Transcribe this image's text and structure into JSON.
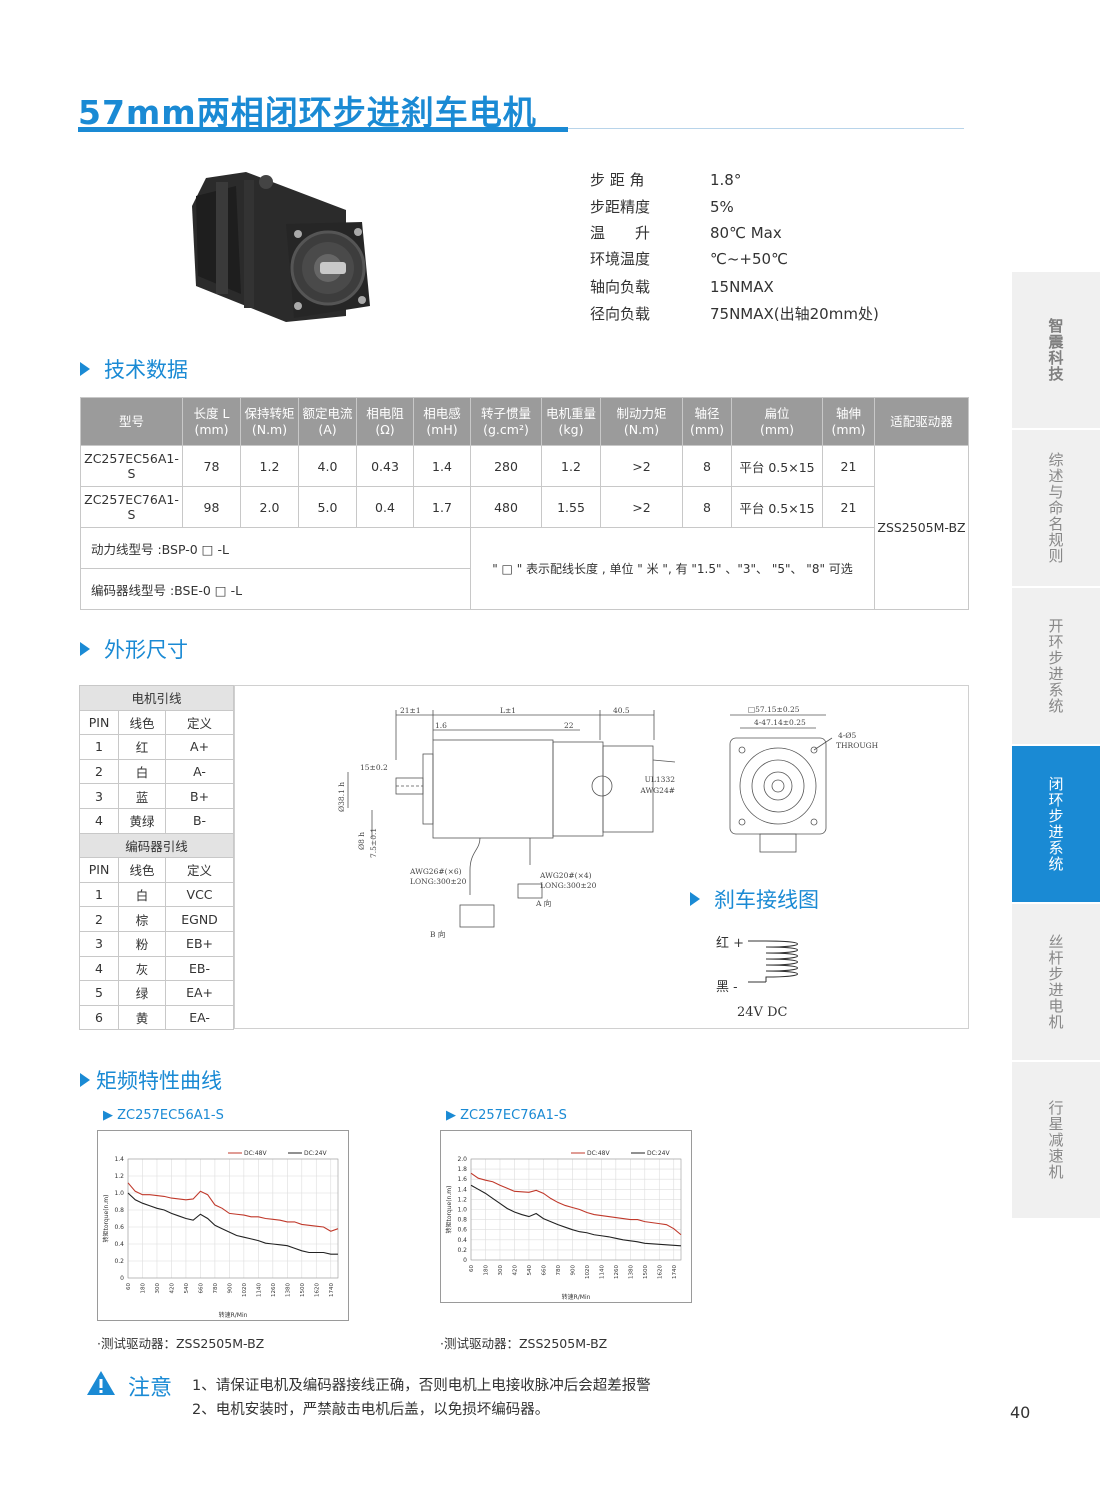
{
  "title": "57mm两相闭环步进刹车电机",
  "specs": [
    {
      "label": "步 距 角",
      "value": "1.8°"
    },
    {
      "label": "步距精度",
      "value": "5%"
    },
    {
      "label": "温　　升",
      "value": "80℃ Max"
    },
    {
      "label": "环境温度",
      "value": "℃~+50℃"
    },
    {
      "label": "轴向负载",
      "value": "15NMAX"
    },
    {
      "label": "径向负载",
      "value": "75NMAX(出轴20mm处)"
    }
  ],
  "sections": {
    "tech": "技术数据",
    "dims": "外形尺寸",
    "brake": "刹车接线图",
    "curves": "矩频特性曲线"
  },
  "tech_table": {
    "headers": [
      "型号",
      "长度 L (mm)",
      "保持转矩 (N.m)",
      "额定电流 (A)",
      "相电阻 (Ω)",
      "相电感 (mH)",
      "转子惯量 (g.cm²)",
      "电机重量 (kg)",
      "制动力矩 (N.m)",
      "轴径 (mm)",
      "扁位 (mm)",
      "轴伸 (mm)",
      "适配驱动器"
    ],
    "rows": [
      [
        "ZC257EC56A1-S",
        "78",
        "1.2",
        "4.0",
        "0.43",
        "1.4",
        "280",
        "1.2",
        ">2",
        "8",
        "平台 0.5×15",
        "21"
      ],
      [
        "ZC257EC76A1-S",
        "98",
        "2.0",
        "5.0",
        "0.4",
        "1.7",
        "480",
        "1.55",
        ">2",
        "8",
        "平台 0.5×15",
        "21"
      ]
    ],
    "driver": "ZSS2505M-BZ",
    "power_cable": "动力线型号 :BSP-0 □ -L",
    "encoder_cable": "编码器线型号 :BSE-0 □ -L",
    "cable_note": "\" □ \" 表示配线长度 , 单位 \" 米 \", 有 \"1.5\" 、\"3\"、 \"5\"、 \"8\" 可选"
  },
  "pin_table": {
    "motor_title": "电机引线",
    "encoder_title": "编码器引线",
    "cols": [
      "PIN",
      "线色",
      "定义"
    ],
    "motor_rows": [
      [
        "1",
        "红",
        "A+"
      ],
      [
        "2",
        "白",
        "A-"
      ],
      [
        "3",
        "蓝",
        "B+"
      ],
      [
        "4",
        "黄绿",
        "B-"
      ]
    ],
    "encoder_rows": [
      [
        "1",
        "白",
        "VCC"
      ],
      [
        "2",
        "棕",
        "EGND"
      ],
      [
        "3",
        "粉",
        "EB+"
      ],
      [
        "4",
        "灰",
        "EB-"
      ],
      [
        "5",
        "绿",
        "EA+"
      ],
      [
        "6",
        "黄",
        "EA-"
      ]
    ]
  },
  "drawing": {
    "dim_21": "21±1",
    "dim_L": "L±1",
    "dim_40": "40.5",
    "dim_16": "1.6",
    "dim_22": "22",
    "dim_15": "15±0.2",
    "dim_38": "Ø38.1 h",
    "dim_8": "Ø8 h",
    "dim_75": "7.5±0.1",
    "ul": "UL1332",
    "awg24": "AWG24#",
    "awg26": "AWG26#(×6)",
    "long1": "LONG:300±20",
    "awg20": "AWG20#(×4)",
    "long2": "LONG:300±20",
    "dir_a": "A 向",
    "dir_b": "B 向",
    "sq": "□57.15±0.25",
    "d47": "4-47.14±0.25",
    "hole": "4-Ø5",
    "through": "THROUGH"
  },
  "brake": {
    "pos": "红 +",
    "neg": "黑 -",
    "volt": "24V DC"
  },
  "charts": [
    {
      "title": "▶ ZC257EC56A1-S",
      "driver_note": "·测试驱动器：ZSS2505M-BZ",
      "chart_data": {
        "type": "line",
        "x": [
          60,
          120,
          180,
          240,
          300,
          360,
          420,
          480,
          540,
          600,
          660,
          720,
          780,
          840,
          900,
          960,
          1020,
          1080,
          1140,
          1200,
          1260,
          1320,
          1380,
          1440,
          1500,
          1560,
          1620,
          1680,
          1740,
          1800
        ],
        "series": [
          {
            "name": "DC:48V",
            "color": "#c0392b",
            "values": [
              1.12,
              1.02,
              0.98,
              0.98,
              0.97,
              0.96,
              0.94,
              0.93,
              0.92,
              0.93,
              1.02,
              0.98,
              0.86,
              0.82,
              0.76,
              0.75,
              0.74,
              0.72,
              0.72,
              0.7,
              0.69,
              0.68,
              0.66,
              0.66,
              0.63,
              0.62,
              0.61,
              0.6,
              0.55,
              0.58
            ]
          },
          {
            "name": "DC:24V",
            "color": "#222222",
            "values": [
              1.0,
              0.92,
              0.88,
              0.85,
              0.82,
              0.8,
              0.76,
              0.73,
              0.7,
              0.68,
              0.75,
              0.7,
              0.62,
              0.58,
              0.54,
              0.5,
              0.48,
              0.46,
              0.44,
              0.41,
              0.4,
              0.39,
              0.38,
              0.35,
              0.32,
              0.3,
              0.3,
              0.3,
              0.28,
              0.28
            ]
          }
        ],
        "xlabel": "转速R/Min",
        "ylabel": "转矩torque(n.m)",
        "xticks": [
          "60",
          "180",
          "300",
          "420",
          "540",
          "660",
          "780",
          "900",
          "1020",
          "1140",
          "1260",
          "1380",
          "1500",
          "1620",
          "1740"
        ],
        "yticks": [
          "0",
          "0.2",
          "0.4",
          "0.6",
          "0.8",
          "1.0",
          "1.2",
          "1.4"
        ],
        "ylim": [
          0,
          1.4
        ],
        "grid": true,
        "legend": "top"
      }
    },
    {
      "title": "▶ ZC257EC76A1-S",
      "driver_note": "·测试驱动器：ZSS2505M-BZ",
      "chart_data": {
        "type": "line",
        "x": [
          60,
          120,
          180,
          240,
          300,
          360,
          420,
          480,
          540,
          600,
          660,
          720,
          780,
          840,
          900,
          960,
          1020,
          1080,
          1140,
          1200,
          1260,
          1320,
          1380,
          1440,
          1500,
          1560,
          1620,
          1680,
          1740,
          1800
        ],
        "series": [
          {
            "name": "DC:48V",
            "color": "#c0392b",
            "values": [
              1.72,
              1.62,
              1.58,
              1.55,
              1.48,
              1.42,
              1.36,
              1.35,
              1.34,
              1.38,
              1.32,
              1.22,
              1.14,
              1.08,
              1.04,
              1.0,
              0.94,
              0.9,
              0.88,
              0.86,
              0.84,
              0.82,
              0.8,
              0.8,
              0.76,
              0.74,
              0.72,
              0.7,
              0.62,
              0.5
            ]
          },
          {
            "name": "DC:24V",
            "color": "#222222",
            "values": [
              1.48,
              1.4,
              1.32,
              1.22,
              1.12,
              1.02,
              0.95,
              0.9,
              0.86,
              0.92,
              0.82,
              0.76,
              0.7,
              0.65,
              0.6,
              0.56,
              0.54,
              0.5,
              0.48,
              0.46,
              0.43,
              0.4,
              0.38,
              0.36,
              0.33,
              0.32,
              0.31,
              0.3,
              0.29,
              0.28
            ]
          }
        ],
        "xlabel": "转速R/Min",
        "ylabel": "转矩torque(n.m)",
        "xticks": [
          "60",
          "180",
          "300",
          "420",
          "540",
          "660",
          "780",
          "900",
          "1020",
          "1140",
          "1260",
          "1380",
          "1500",
          "1620",
          "1740"
        ],
        "yticks": [
          "0",
          "0.2",
          "0.4",
          "0.6",
          "0.8",
          "1.0",
          "1.2",
          "1.4",
          "1.6",
          "1.8",
          "2.0"
        ],
        "ylim": [
          0,
          2.0
        ],
        "grid": true,
        "legend": "top"
      }
    }
  ],
  "notes": {
    "title": "注意",
    "line1": "1、请保证电机及编码器接线正确，否则电机上电接收脉冲后会超差报警",
    "line2": "2、电机安装时，严禁敲击电机后盖，以免损坏编码器。"
  },
  "sidebar": [
    {
      "label": "智震科技",
      "active": false,
      "logo": true
    },
    {
      "label": "综述与命名规则",
      "active": false
    },
    {
      "label": "开环步进系统",
      "active": false
    },
    {
      "label": "闭环步进系统",
      "active": true
    },
    {
      "label": "丝杆步进电机",
      "active": false
    },
    {
      "label": "行星减速机",
      "active": false
    }
  ],
  "page_number": "40",
  "colors": {
    "accent": "#1a8ad4",
    "header_grey": "#9b9b9b"
  }
}
